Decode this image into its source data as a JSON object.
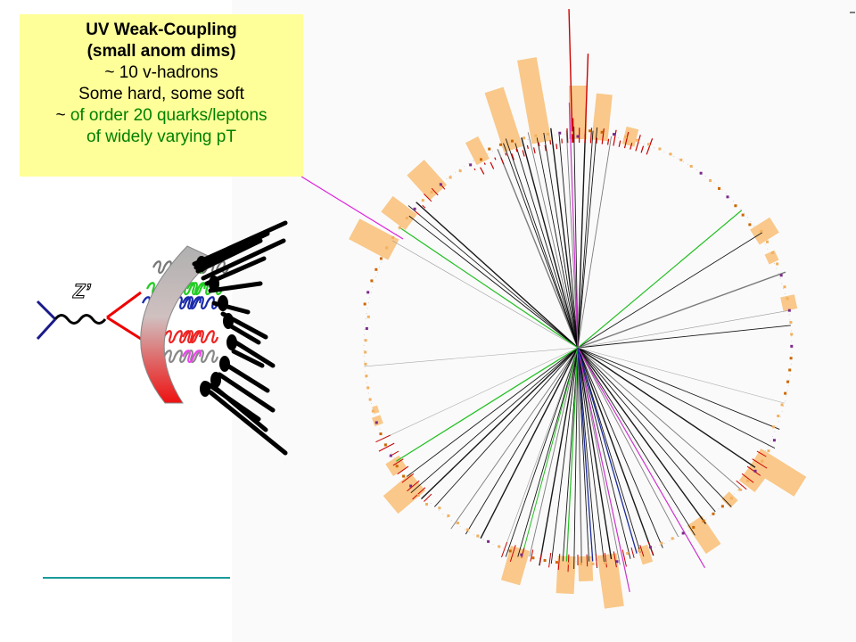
{
  "textbox": {
    "line1": "UV Weak-Coupling",
    "line2": "(small anom dims)",
    "line3": "~ 10 v-hadrons",
    "line4": "Some hard, some soft",
    "line5_prefix": "~ ",
    "line5_rest": "of order 20 quarks/leptons",
    "line6": "of widely varying pT"
  },
  "diagram": {
    "boson_label": "Z’"
  },
  "colors": {
    "box_bg": "#ffff99",
    "tower": "#f9c88a",
    "track_black": "#000000",
    "track_green": "#22c022",
    "track_magenta": "#cc33cc",
    "track_blue": "#1a2a9a",
    "hit_red": "#cc0000",
    "underline": "#1a9a9a"
  }
}
